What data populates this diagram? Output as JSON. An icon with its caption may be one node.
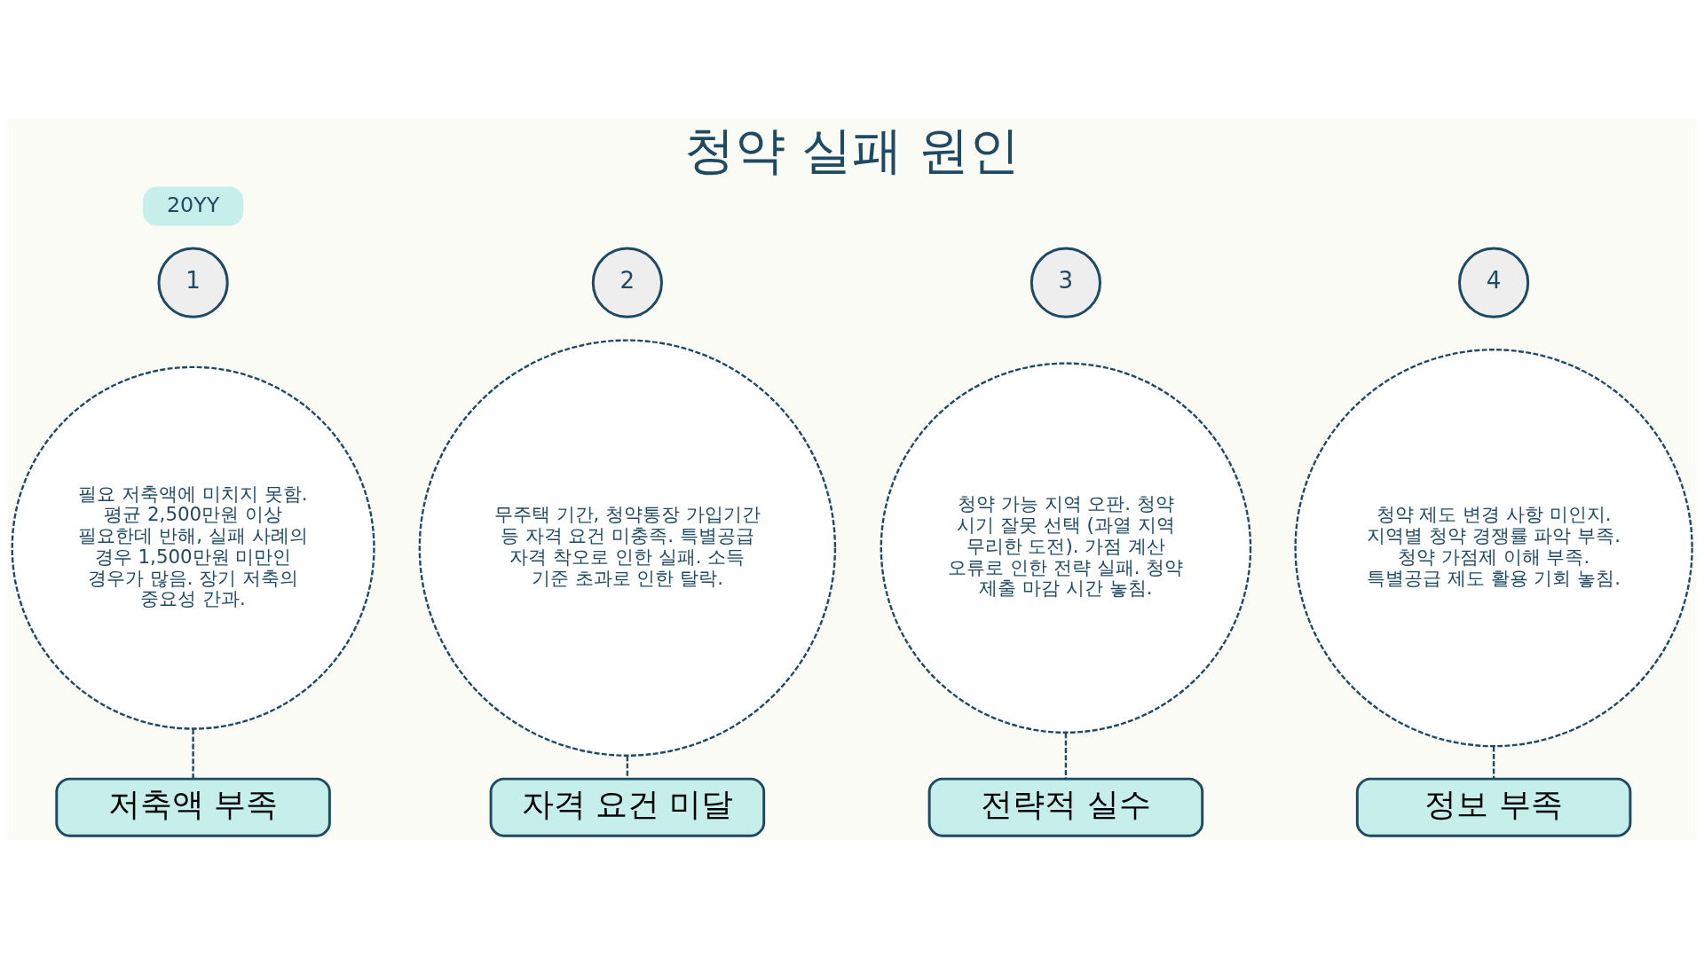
{
  "diagram": {
    "title": "청약 실패 원인",
    "nodes": [
      {
        "text": [
          "20YY"
        ]
      },
      {
        "text": [
          "1"
        ]
      },
      {
        "text": [
          "필요 저축액에 미치지 못함. 평균 2,500만원 이상 필요한데 반해, 실패 사례의 경우 1,500만원 미만인 경우가 많음. 장기 저축의 중요성 간과."
        ]
      },
      {
        "text": [
          "저축액 부족"
        ]
      },
      {
        "text": [
          "2"
        ]
      },
      {
        "text": [
          "무주택 기간, 청약통장 가입기간 등 자격 요건 미충족. 특별공급 자격 착오로 인한 실패. 소득 기준 초과로 인한 탈락."
        ]
      },
      {
        "text": [
          "자격 요건 미달"
        ]
      },
      {
        "text": [
          "3"
        ]
      },
      {
        "text": [
          "청약 가능 지역 오판. 청약 시기 잘못 선택 (과열 지역 무리한 도전). 가점 계산 오류로 인한 전략 실패. 청약 제출 마감 시간 놓침."
        ]
      },
      {
        "text": [
          "전략적 실수"
        ]
      },
      {
        "text": [
          "4"
        ]
      },
      {
        "text": [
          "청약 제도 변경 사항 미인지. 지역별 청약 경쟁률 파악 부족. 청약 가점제 이해 부족. 특별공급 제도 활용 기회 놓침."
        ]
      },
      {
        "text": [
          "정보 부족"
        ]
      }
    ],
    "edges": [
      {
        "from": 2,
        "to": 3,
        "arrow": "none",
        "style": "dashed"
      },
      {
        "from": 5,
        "to": 6,
        "arrow": "none",
        "style": "dashed"
      },
      {
        "from": 8,
        "to": 9,
        "arrow": "none",
        "style": "dashed"
      },
      {
        "from": 11,
        "to": 12,
        "arrow": "none",
        "style": "dashed"
      }
    ]
  }
}
